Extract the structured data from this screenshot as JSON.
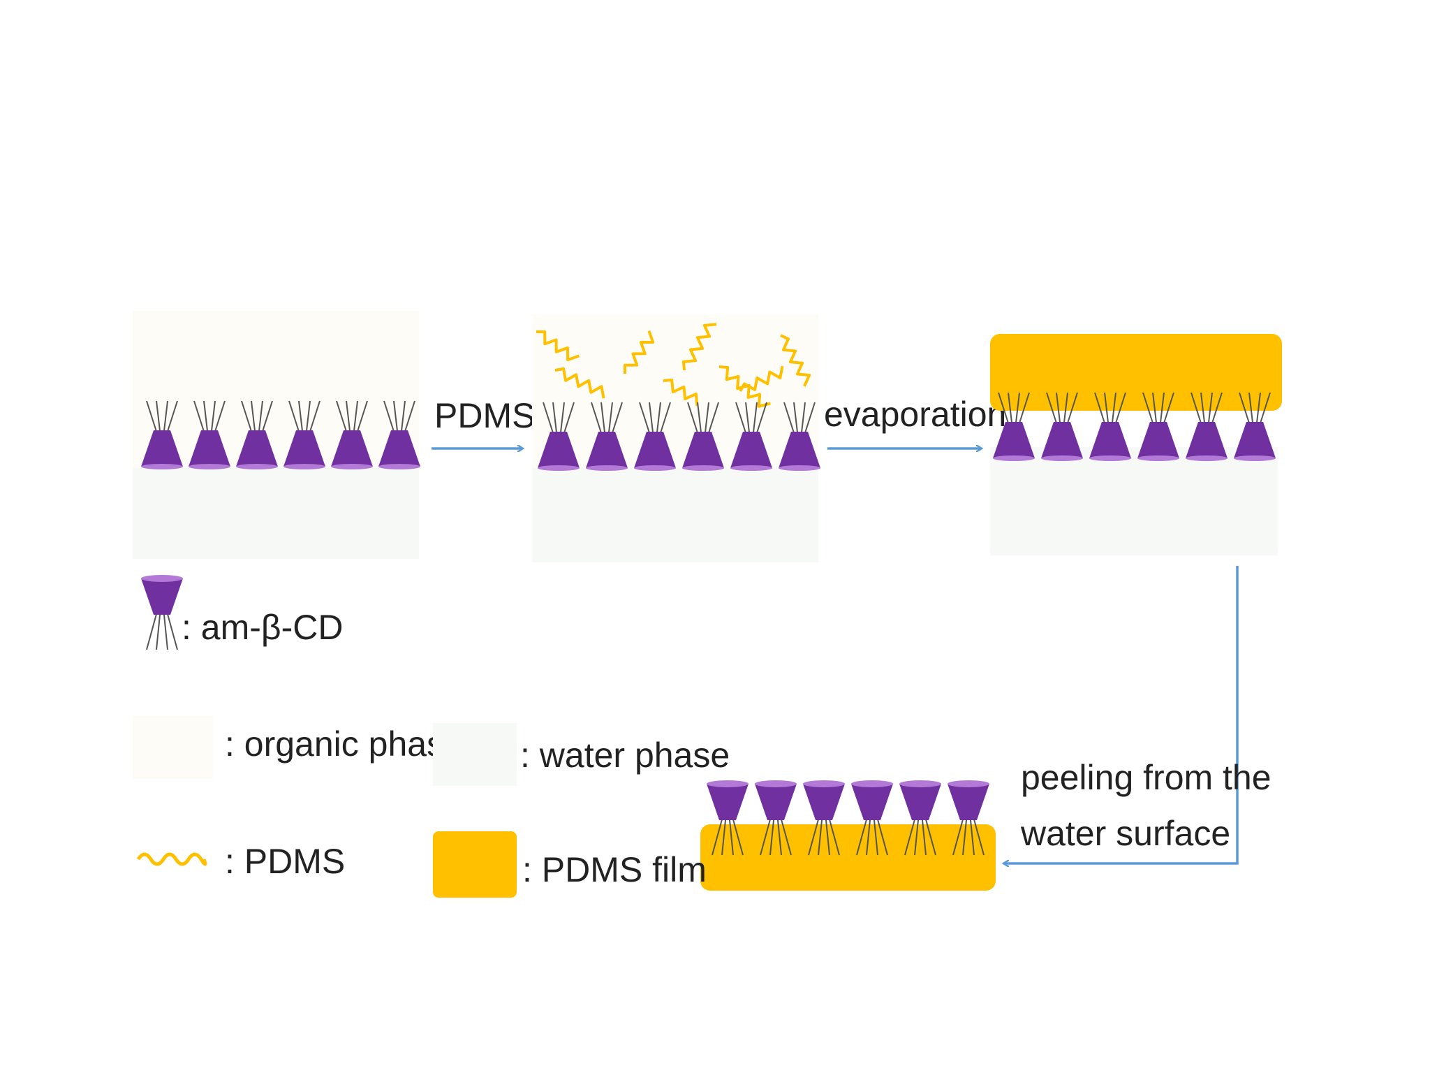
{
  "steps": {
    "step1_label": "PDMS",
    "step2_label": "evaporation",
    "step3_label_line1": "peeling from the",
    "step3_label_line2": "water surface"
  },
  "legend": {
    "am_cd": ": am-β-CD",
    "organic": ": organic phase",
    "water": ": water phase",
    "pdms": ": PDMS",
    "pdms_film": ":  PDMS film"
  },
  "colors": {
    "purple": "#7030a0",
    "yellow": "#ffc000",
    "arrow": "#5b9bd5",
    "organic_phase": "#fefcf7",
    "water_phase": "#f6f9f5"
  }
}
